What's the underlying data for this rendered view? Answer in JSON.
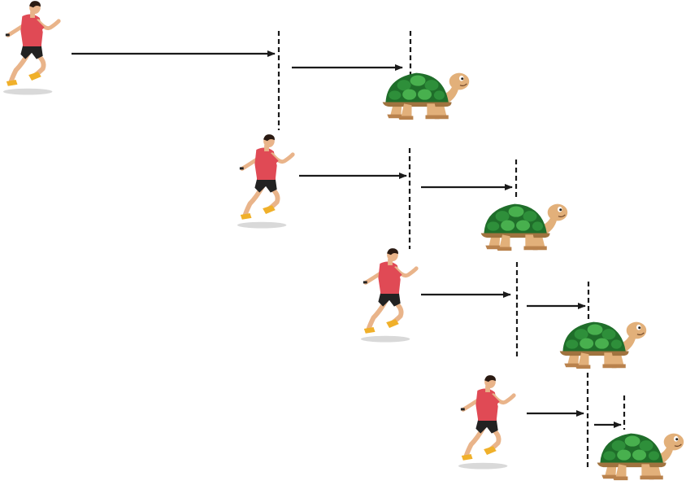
{
  "diagram": {
    "type": "achilles-and-tortoise-paradox",
    "stages": 4,
    "figures": [
      "runner",
      "tortoise"
    ],
    "arrows_per_stage": 2,
    "guide_line_style": "dashed"
  },
  "colors": {
    "background": "#ffffff",
    "arrow": "#1a1a1a",
    "dashed_line": "#1a1a1a",
    "runner_shirt": "#e04a55",
    "runner_shorts": "#222222",
    "runner_skin": "#e9b48a",
    "runner_hair": "#2a1a12",
    "runner_shoes": "#f0b02a",
    "shadow": "#d9d9d9",
    "shell_dark": "#1f6e2a",
    "shell_mid": "#2e8f3a",
    "shell_light": "#48b04e",
    "shell_rim": "#a0733f",
    "tortoise_skin": "#e2b07a",
    "tortoise_skin_dark": "#b9824d"
  },
  "icons": {
    "runner": "running-man-icon",
    "tortoise": "tortoise-icon",
    "arrow": "right-arrow-icon"
  }
}
